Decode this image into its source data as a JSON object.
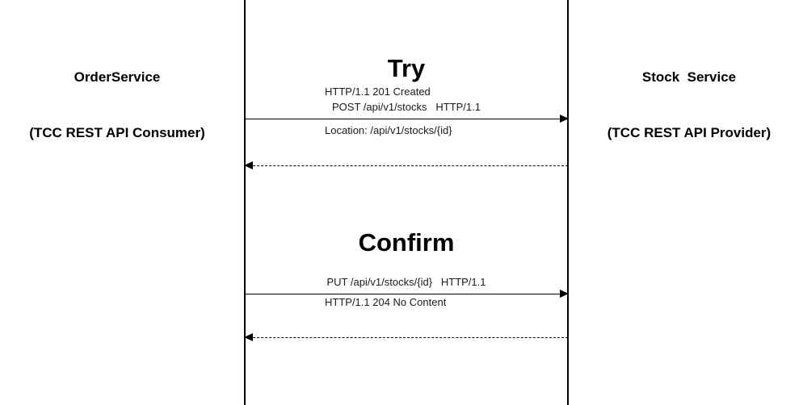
{
  "diagram": {
    "title": "TCC REST API sequence diagram",
    "background_color": "#ffffff",
    "line_color": "#000000",
    "text_color": "#1a1a1a"
  },
  "participants": {
    "consumer": {
      "name": "OrderService",
      "role": "(TCC REST API Consumer)"
    },
    "provider": {
      "name": "Stock  Service",
      "role": "(TCC REST API Provider)"
    }
  },
  "phases": {
    "try": {
      "title": "Try"
    },
    "confirm": {
      "title": "Confirm"
    }
  },
  "messages": {
    "try_request": {
      "label": "POST /api/v1/stocks   HTTP/1.1",
      "direction": "right",
      "style": "solid"
    },
    "try_response": {
      "line1": "HTTP/1.1 201 Created",
      "line2": "Location: /api/v1/stocks/{id}",
      "direction": "left",
      "style": "dashed"
    },
    "confirm_request": {
      "label": "PUT /api/v1/stocks/{id}   HTTP/1.1",
      "direction": "right",
      "style": "solid"
    },
    "confirm_response": {
      "line1": "HTTP/1.1 204 No Content",
      "direction": "left",
      "style": "dashed"
    }
  }
}
